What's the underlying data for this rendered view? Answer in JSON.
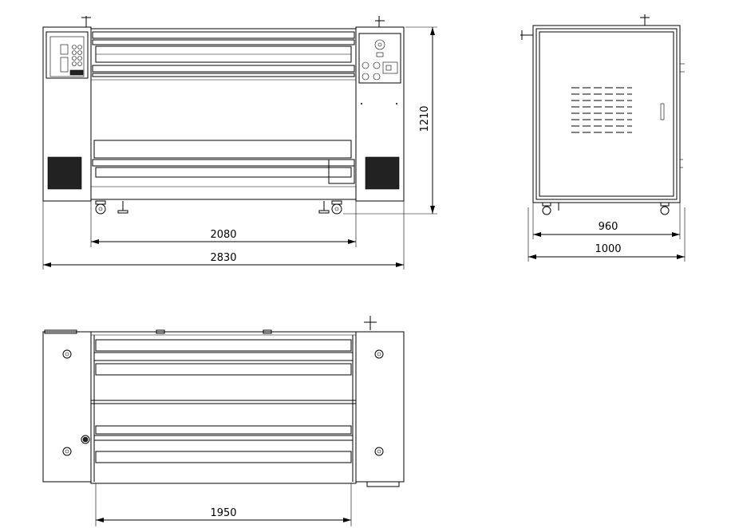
{
  "drawing": {
    "front_view": {
      "dims": {
        "inner_width": "2080",
        "overall_width": "2830",
        "height": "1210"
      }
    },
    "side_view": {
      "dims": {
        "inner_width": "960",
        "overall_width": "1000"
      }
    },
    "top_view": {
      "dims": {
        "roller_width": "1950"
      }
    }
  }
}
